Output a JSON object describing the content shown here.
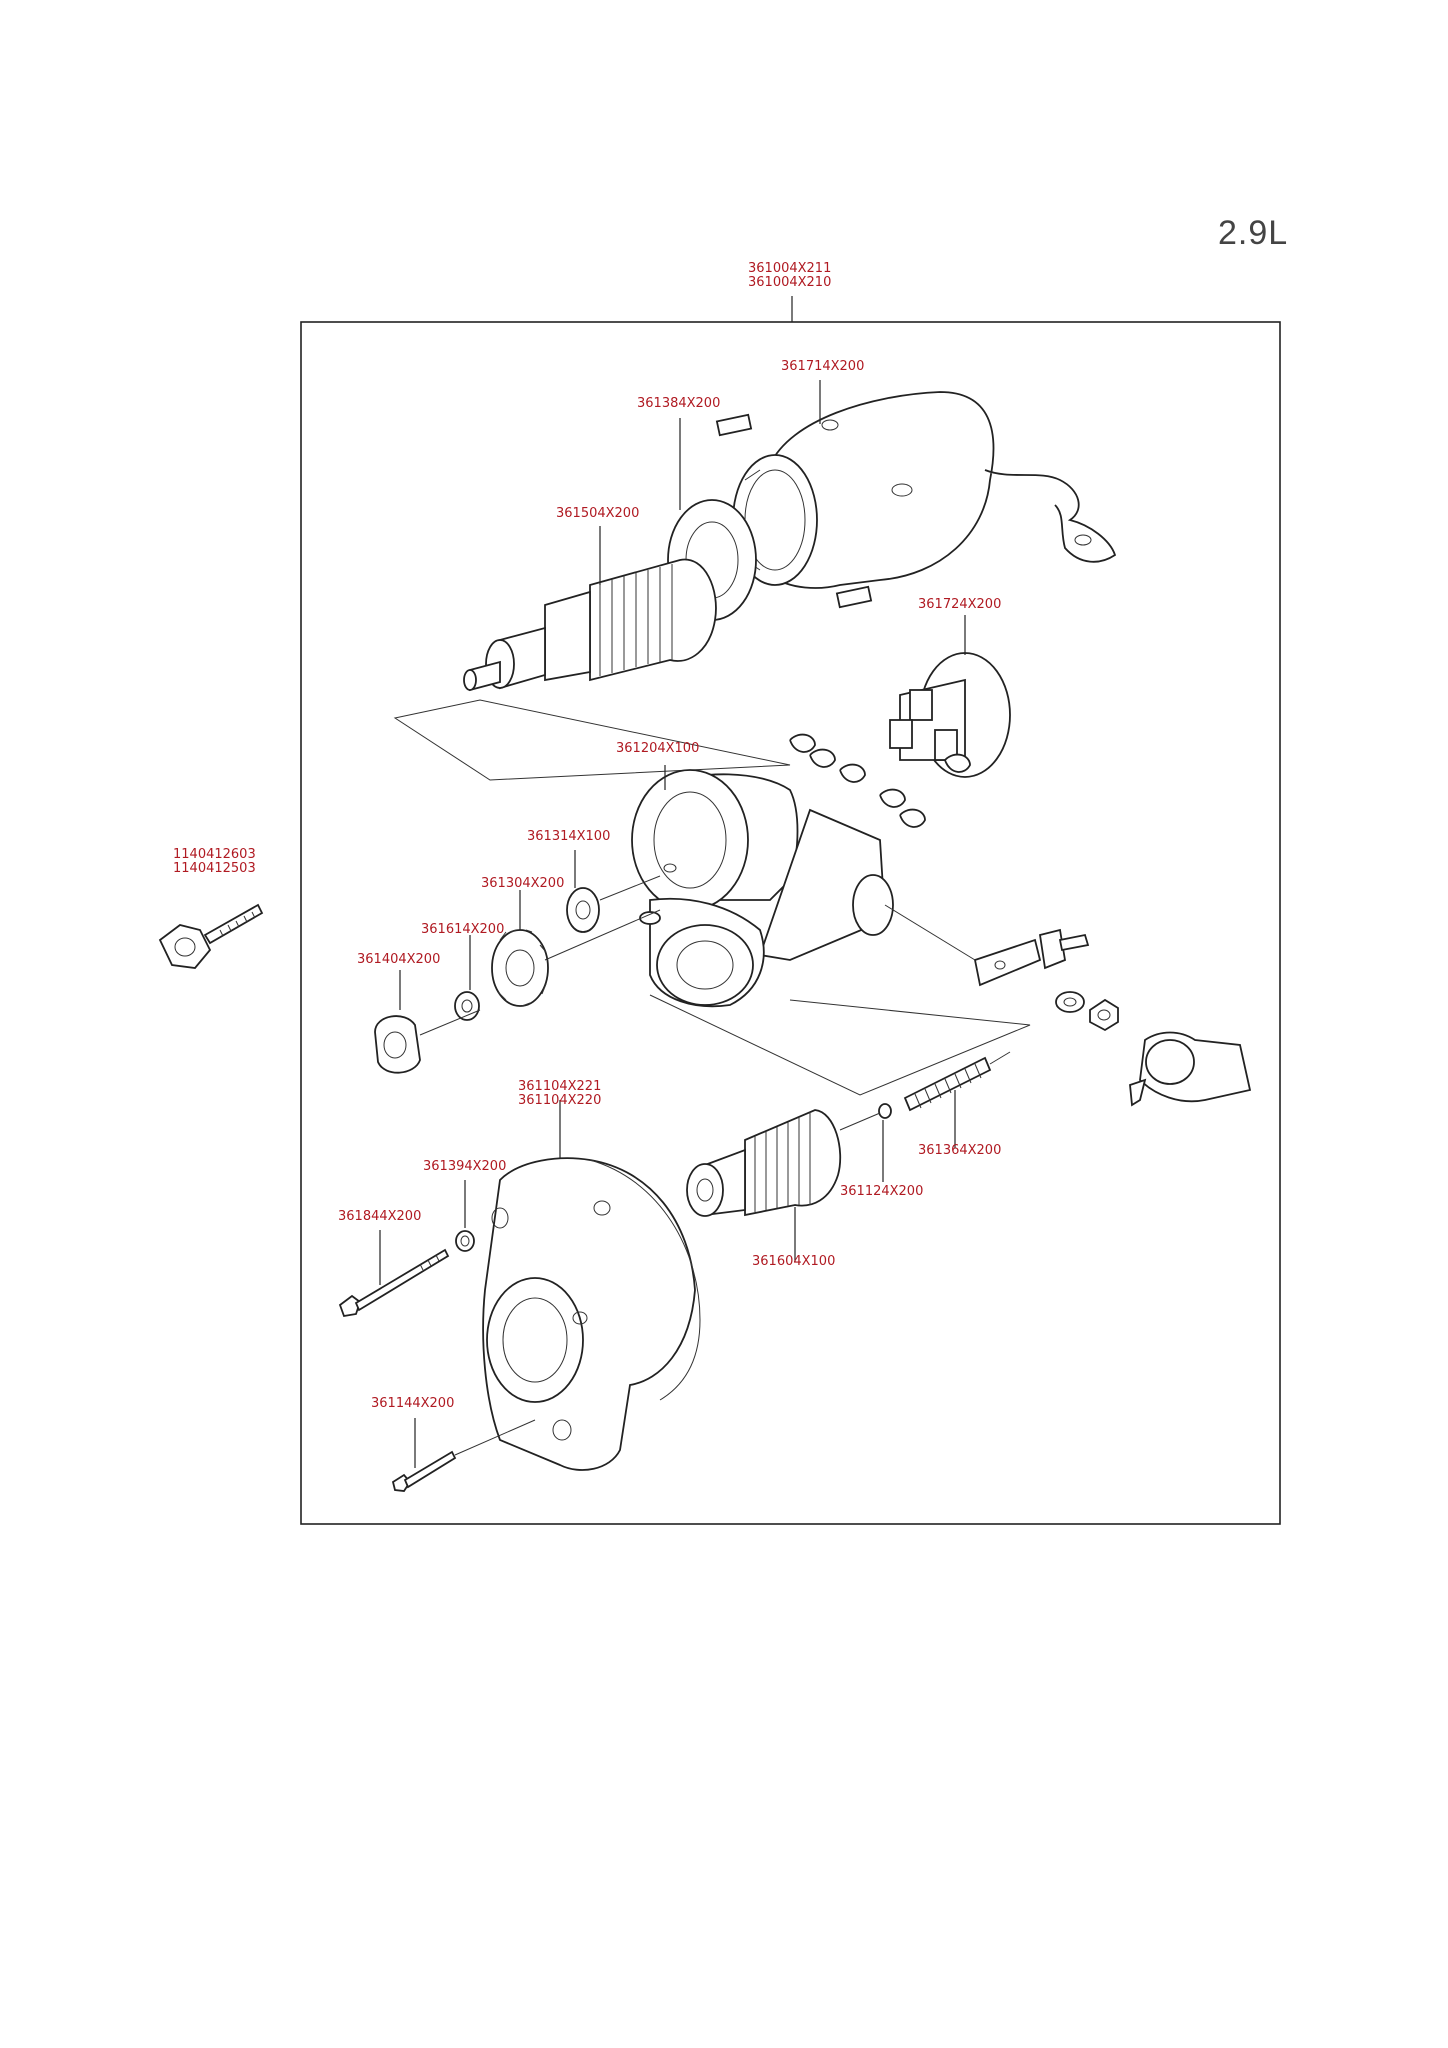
{
  "header": {
    "variant_label": "2.9L"
  },
  "callouts": {
    "assembly": [
      "361004X211",
      "361004X210"
    ],
    "yoke": "361714X200",
    "seal_yoke": "361384X200",
    "armature": "361504X200",
    "brush_holder": "361724X200",
    "housing": "361204X100",
    "gear_small": "361314X100",
    "gear_idle": "361304X200",
    "retainer": "361614X200",
    "bearing": "361404X200",
    "bolt": [
      "1140412603",
      "1140412503"
    ],
    "front_bracket": [
      "361104X221",
      "361104X220"
    ],
    "washer": "361394X200",
    "through_bolt": "361844X200",
    "screw": "361144X200",
    "clutch": "361604X100",
    "ball": "361124X200",
    "spring": "361364X200"
  },
  "colors": {
    "callout": "#b01a22",
    "line": "#222222",
    "variant": "#444444"
  }
}
